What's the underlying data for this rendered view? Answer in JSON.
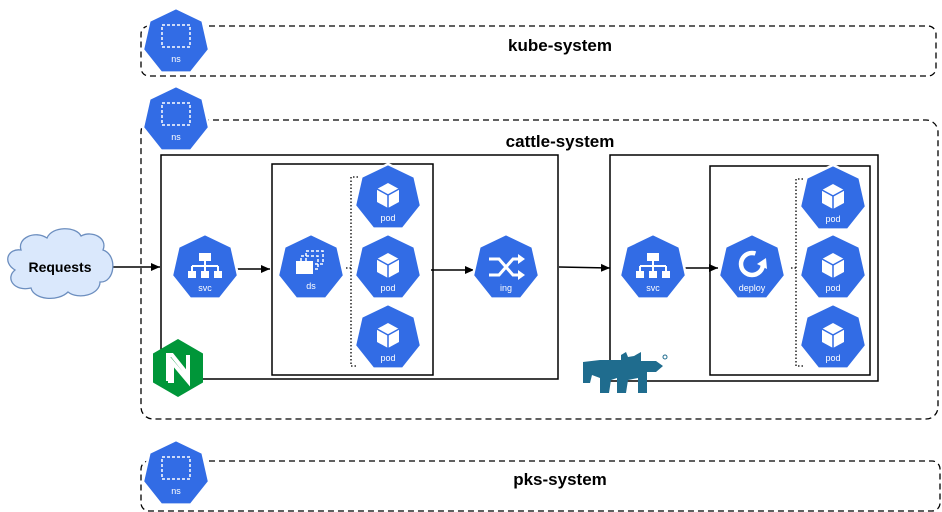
{
  "colors": {
    "k8s_blue": "#326CE5",
    "cloud_fill": "#DAE8FC",
    "nginx_green": "#009639",
    "rancher_blue": "#1F6C8E",
    "line": "#000000"
  },
  "namespaces": {
    "kube": {
      "title": "kube-system",
      "icon_label": "ns"
    },
    "cattle": {
      "title": "cattle-system",
      "icon_label": "ns"
    },
    "pks": {
      "title": "pks-system",
      "icon_label": "ns"
    }
  },
  "requests": {
    "label": "Requests"
  },
  "nginx_group": {
    "svc_label": "svc",
    "ds_label": "ds",
    "pod_labels": [
      "pod",
      "pod",
      "pod"
    ],
    "ing_label": "ing",
    "logo_letter": "N"
  },
  "rancher_group": {
    "svc_label": "svc",
    "deploy_label": "deploy",
    "pod_labels": [
      "pod",
      "pod",
      "pod"
    ]
  },
  "icons": {
    "ns": "namespace-icon",
    "svc": "service-icon",
    "ds": "daemonset-icon",
    "pod": "pod-icon",
    "ing": "ingress-icon",
    "deploy": "deployment-icon",
    "nginx": "nginx-logo",
    "rancher": "rancher-logo",
    "cloud": "cloud-shape"
  }
}
